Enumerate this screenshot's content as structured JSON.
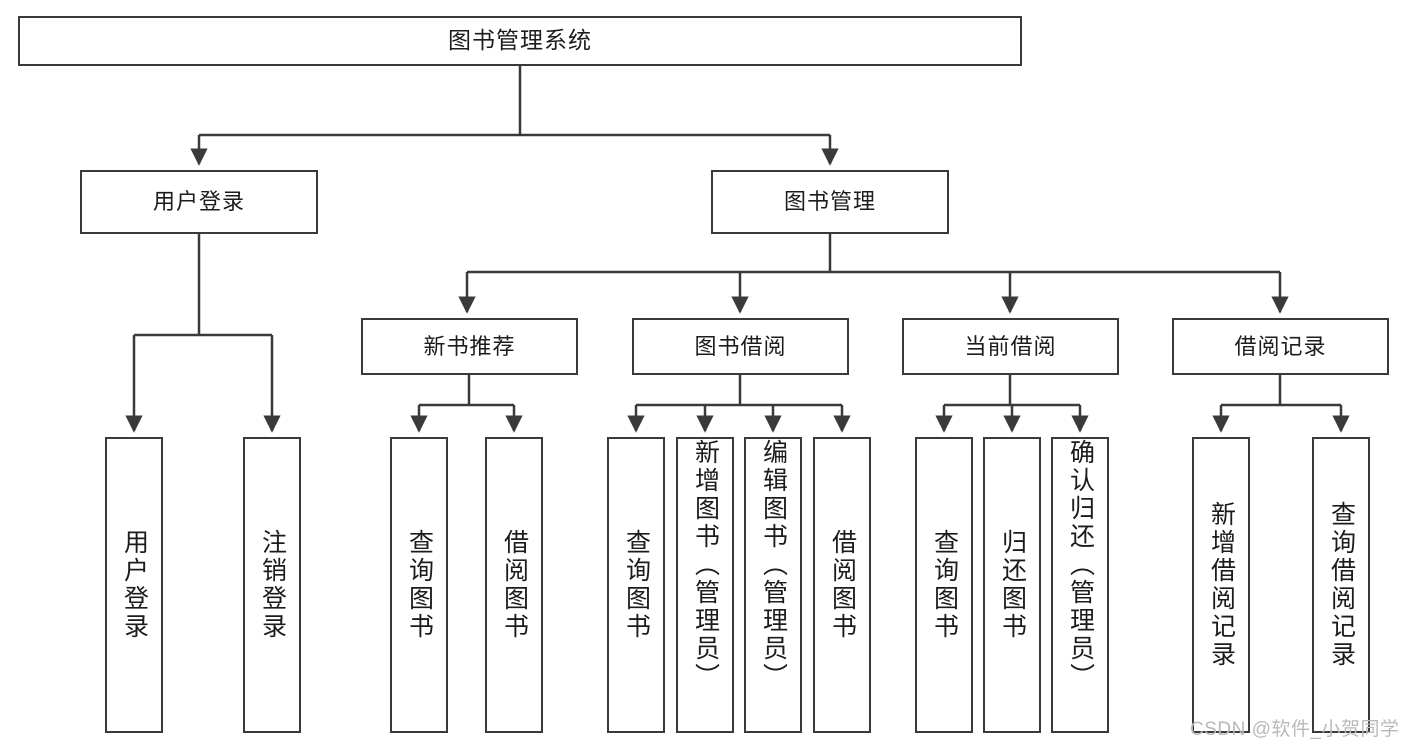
{
  "diagram": {
    "title": "图书管理系统",
    "type": "hierarchy-tree",
    "watermark": "CSDN @软件_小贺同学",
    "colors": {
      "stroke": "#3a3a3a",
      "fill": "#ffffff",
      "text": "#1c1c1c",
      "watermark": "#b9b9b9"
    },
    "nodes": {
      "root": {
        "label": "图书管理系统"
      },
      "level2": [
        {
          "id": "user-login",
          "label": "用户登录"
        },
        {
          "id": "book-manage",
          "label": "图书管理"
        }
      ],
      "level3": [
        {
          "id": "new-book-recommend",
          "label": "新书推荐"
        },
        {
          "id": "book-borrow",
          "label": "图书借阅"
        },
        {
          "id": "current-borrow",
          "label": "当前借阅"
        },
        {
          "id": "borrow-record",
          "label": "借阅记录"
        }
      ],
      "leaves": {
        "user-login": [
          {
            "id": "leaf-user-login",
            "label": "用户登录"
          },
          {
            "id": "leaf-logout",
            "label": "注销登录"
          }
        ],
        "new-book-recommend": [
          {
            "id": "leaf-query-book-1",
            "label": "查询图书"
          },
          {
            "id": "leaf-borrow-book-1",
            "label": "借阅图书"
          }
        ],
        "book-borrow": [
          {
            "id": "leaf-query-book-2",
            "label": "查询图书"
          },
          {
            "id": "leaf-add-book",
            "label": "新增图书（管理员）"
          },
          {
            "id": "leaf-edit-book",
            "label": "编辑图书（管理员）"
          },
          {
            "id": "leaf-borrow-book-2",
            "label": "借阅图书"
          }
        ],
        "current-borrow": [
          {
            "id": "leaf-query-book-3",
            "label": "查询图书"
          },
          {
            "id": "leaf-return-book",
            "label": "归还图书"
          },
          {
            "id": "leaf-confirm-return",
            "label": "确认归还（管理员）"
          }
        ],
        "borrow-record": [
          {
            "id": "leaf-add-record",
            "label": "新增借阅记录"
          },
          {
            "id": "leaf-query-record",
            "label": "查询借阅记录"
          }
        ]
      }
    }
  }
}
